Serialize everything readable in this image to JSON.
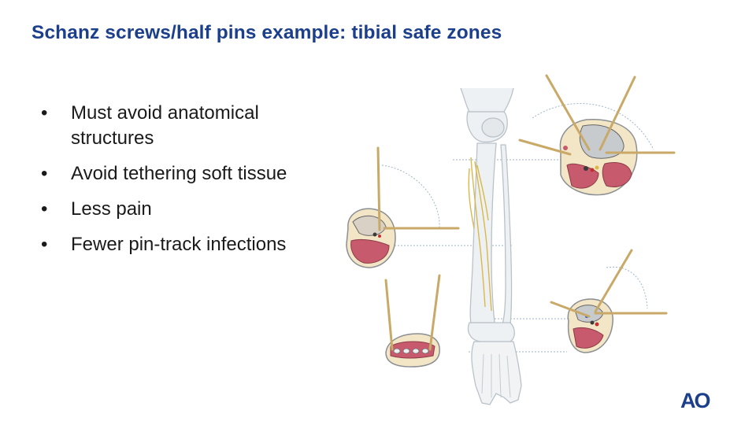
{
  "slide": {
    "title": "Schanz screws/half pins example: tibial safe zones",
    "bullets": [
      "Must avoid anatomical structures",
      "Avoid tethering soft tissue",
      "Less pain",
      "Fewer pin-track infections"
    ],
    "bullet_glyph": "•"
  },
  "brand": {
    "logo": "AO",
    "color": "#1c3f8c"
  },
  "illustration": {
    "subject": "leg-bones-with-tibial-cross-sections-and-pins"
  }
}
